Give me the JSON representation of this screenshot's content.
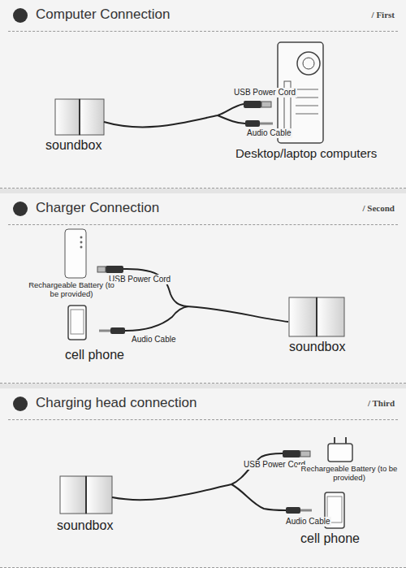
{
  "diagram": {
    "nodes": [
      {
        "text": [
          "Computer Connection",
          "/ First"
        ]
      },
      {
        "text": [
          "Charger Connection",
          "/ Second"
        ]
      },
      {
        "text": [
          "Charging head connection",
          "/ Third"
        ]
      }
    ],
    "labels": [
      "USB Power Cord",
      "Audio Cable",
      "soundbox",
      "Desktop/laptop computers",
      "USB Power Cord",
      "Rechargeable Battery (to be provided)",
      "Audio Cable",
      "cell phone",
      "soundbox",
      "USB Power Cord",
      "Rechargeable Battery (to be provided)",
      "Audio Cable",
      "soundbox",
      "cell phone"
    ]
  }
}
